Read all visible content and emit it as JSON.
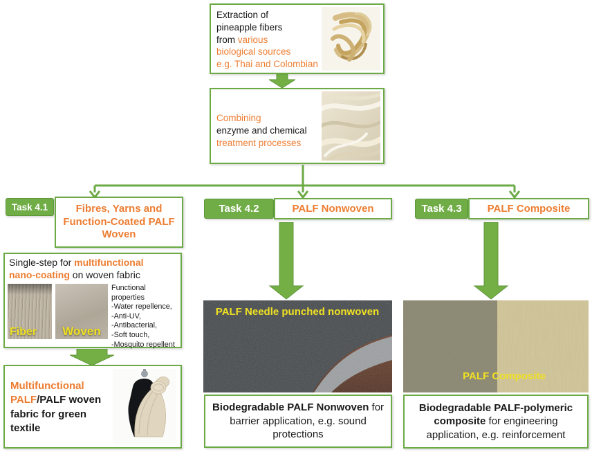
{
  "palette": {
    "green": "#70AD47",
    "orange": "#ED7D31",
    "yellow": "#F0E122",
    "text": "#1A1A1A"
  },
  "extraction_box": {
    "line1": "Extraction of",
    "line2": "pineapple fibers",
    "line3_black": "from ",
    "line3_orange": "various",
    "line4": "biological sources",
    "line5": "e.g. Thai and Colombian",
    "photo": "pineapple-fiber-bundle-photo"
  },
  "combining_box": {
    "line1": "Combining",
    "line2": "enzyme and chemical",
    "line3": "treatment processes",
    "photo": "treated-white-fibers-photo"
  },
  "tasks": {
    "t41": {
      "label": "Task 4.1",
      "title": "Fibres, Yarns and Function-Coated PALF Woven"
    },
    "t42": {
      "label": "Task 4.2",
      "title": "PALF Nonwoven"
    },
    "t43": {
      "label": "Task 4.3",
      "title": "PALF Composite"
    }
  },
  "woven_branch": {
    "heading": {
      "black1": "Single-step for ",
      "orange1": "multifunctional",
      "orange2": "nano-coating",
      "black2": " on woven fabric"
    },
    "fiber_label": "Fiber",
    "woven_label": "Woven",
    "properties_title": "Functional properties",
    "properties": [
      "-Water repellence,",
      "-Anti-UV,",
      "-Antibacterial,",
      "-Soft touch,",
      "-Mosquito repellent"
    ],
    "outcome": {
      "orange": "Multifunctional PALF",
      "black": "/PALF woven fabric for green textile"
    }
  },
  "nonwoven_branch": {
    "image_label": "PALF Needle punched nonwoven",
    "caption_bold": "Biodegradable PALF Nonwoven",
    "caption_rest": " for barrier application, e.g. sound protections"
  },
  "composite_branch": {
    "image_label": "PALF Composite",
    "caption_bold": "Biodegradable  PALF-polymeric composite",
    "caption_rest": " for engineering application, e.g. reinforcement"
  }
}
